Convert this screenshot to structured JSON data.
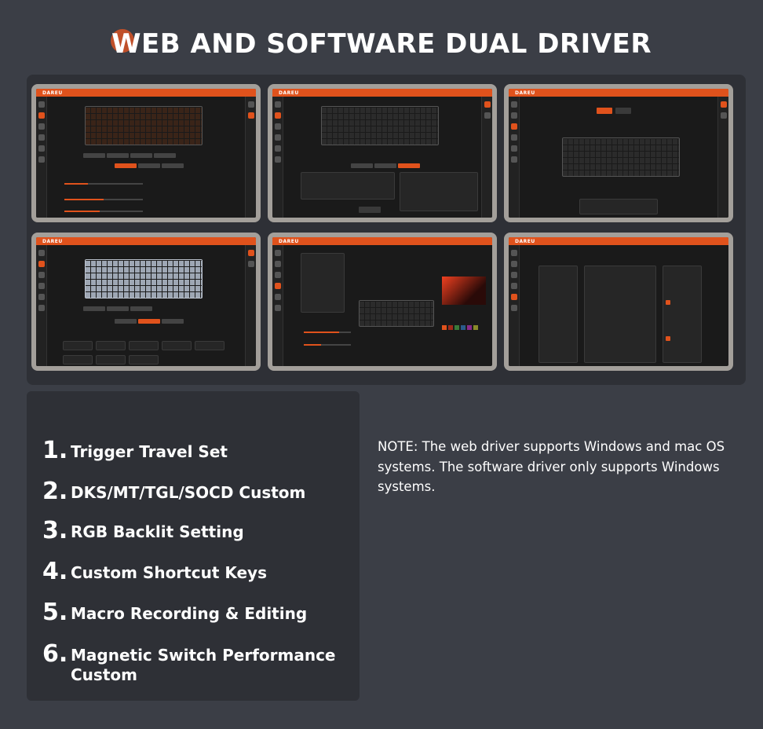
{
  "title": "WEB AND SOFTWARE DUAL DRIVER",
  "brand": "DAREU",
  "accent_color": "#e0521c",
  "features": [
    {
      "num": "1.",
      "text": "Trigger Travel Set"
    },
    {
      "num": "2.",
      "text": "DKS/MT/TGL/SOCD Custom"
    },
    {
      "num": "3.",
      "text": "RGB Backlit Setting"
    },
    {
      "num": "4.",
      "text": "Custom Shortcut Keys"
    },
    {
      "num": "5.",
      "text": "Macro Recording & Editing"
    },
    {
      "num": "6.",
      "text": "Magnetic Switch Performance Custom"
    }
  ],
  "note": "NOTE: The web driver supports Windows and mac OS systems.  The software driver only supports Windows systems.",
  "screenshots": [
    {
      "name": "trigger-travel-screen"
    },
    {
      "name": "dks-advanced-screen"
    },
    {
      "name": "key-remap-screen"
    },
    {
      "name": "switch-performance-screen"
    },
    {
      "name": "lighting-effect-screen"
    },
    {
      "name": "macro-manager-screen"
    }
  ]
}
